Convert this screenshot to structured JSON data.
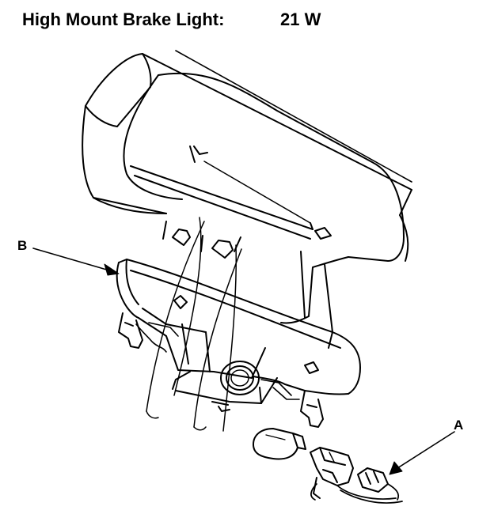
{
  "heading": {
    "item": "High Mount Brake Light:",
    "rating": "21 W"
  },
  "callouts": {
    "b": "B",
    "a": "A"
  },
  "colors": {
    "line": "#000000",
    "background": "#ffffff"
  }
}
